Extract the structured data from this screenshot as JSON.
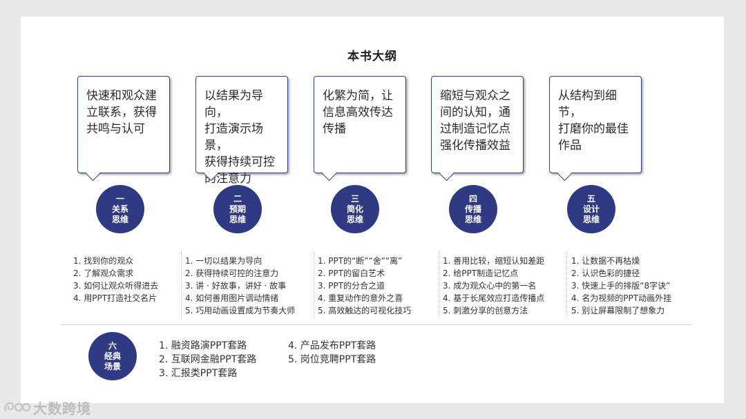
{
  "title": "本书大纲",
  "cards": [
    {
      "lines": [
        "快速和观众建",
        "立联系，获得",
        "共鸣与认可"
      ]
    },
    {
      "lines": [
        "以结果为导向，",
        "打造演示场景，",
        "获得持续可控",
        "的注意力"
      ]
    },
    {
      "lines": [
        "化繁为简，让",
        "信息高效传达",
        "传播"
      ]
    },
    {
      "lines": [
        "缩短与观众之",
        "间的认知，通",
        "过制造记忆点",
        "强化传播效益"
      ]
    },
    {
      "lines": [
        "从结构到细节，",
        "打磨你的最佳",
        "作品"
      ]
    }
  ],
  "circles": [
    {
      "lines": [
        "一",
        "关系",
        "思维"
      ]
    },
    {
      "lines": [
        "二",
        "预期",
        "思维"
      ]
    },
    {
      "lines": [
        "三",
        "简化",
        "思维"
      ]
    },
    {
      "lines": [
        "四",
        "传播",
        "思维"
      ]
    },
    {
      "lines": [
        "五",
        "设计",
        "思维"
      ]
    }
  ],
  "lists": [
    {
      "items": [
        "1. 找到你的观众",
        "2. 了解观众需求",
        "3. 如何让观众听得进去",
        "4. 用PPT打造社交名片"
      ]
    },
    {
      "items": [
        "1. 一切以结果为导向",
        "2. 获得持续可控的注意力",
        "3. 讲 · 好故事，讲好 · 故事",
        "4. 如何善用图片调动情绪",
        "5. 巧用动画设置成为节奏大师"
      ]
    },
    {
      "items": [
        "1. PPT的“断”“舍”“离”",
        "2. PPT的留白艺术",
        "3. PPT的分合之道",
        "4. 重复动作的意外之喜",
        "5. 高效触达的可视化技巧"
      ]
    },
    {
      "items": [
        "1. 善用比较，缩短认知差距",
        "2. 给PPT制造记忆点",
        "3. 成为观众心中的第一名",
        "4. 基于长尾效应打造传播点",
        "5. 刺激分享的创意方法"
      ]
    },
    {
      "items": [
        "1. 让数据不再枯燥",
        "2. 认识色彩的捷径",
        "3. 快速上手的排版“8字诀”",
        "4. 名为视频的PPT动画外挂",
        "5. 别让屏幕限制了想象力"
      ]
    }
  ],
  "scenario": {
    "circle": [
      "六",
      "经典",
      "场景"
    ],
    "col1": [
      "1. 融资路演PPT套路",
      "2. 互联网金融PPT套路",
      "3. 汇报类PPT套路"
    ],
    "col2": [
      "4. 产品发布PPT套路",
      "5. 岗位竞聘PPT套路"
    ]
  },
  "watermark": "大数跨境",
  "colors": {
    "accent": "#2f3a83",
    "border": "#2f3f86"
  }
}
